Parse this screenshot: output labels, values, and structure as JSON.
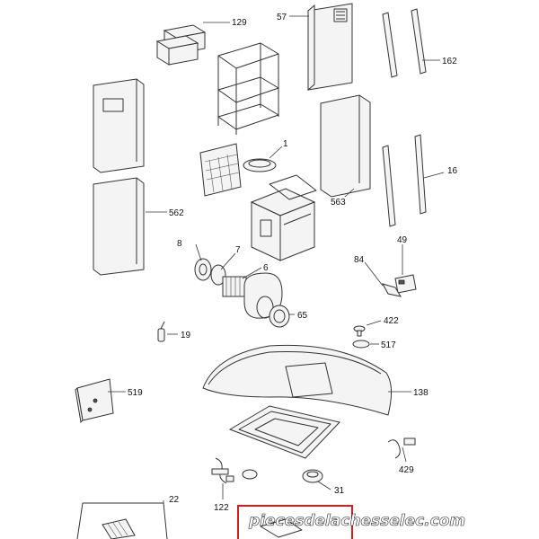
{
  "diagram": {
    "part_labels": [
      "129",
      "57",
      "162",
      "1",
      "16",
      "562",
      "563",
      "49",
      "8",
      "7",
      "6",
      "84",
      "65",
      "19",
      "422",
      "517",
      "519",
      "138",
      "429",
      "22",
      "122",
      "31"
    ],
    "watermark": "piecesdelachesselec.com"
  }
}
